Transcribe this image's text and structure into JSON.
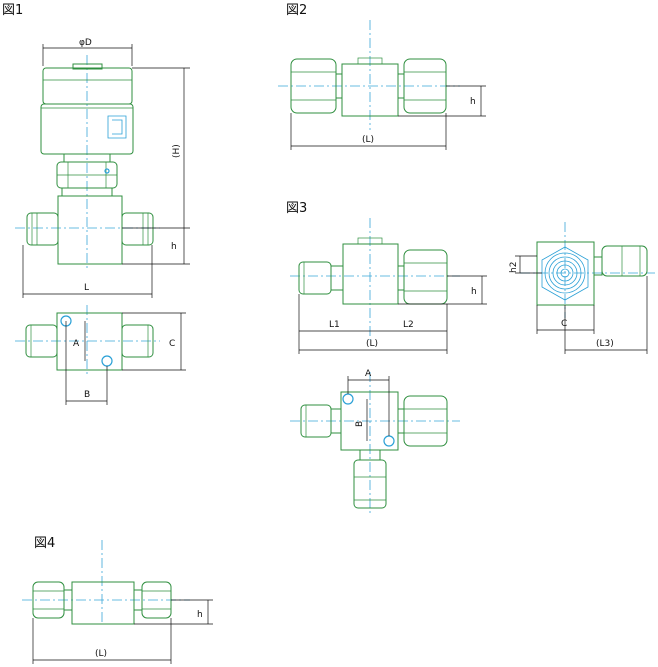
{
  "figures": {
    "fig1": {
      "title": "図1",
      "labels": {
        "diameter": "φD",
        "height_total": "(H)",
        "height": "h",
        "length": "L",
        "A": "A",
        "B": "B",
        "C": "C"
      }
    },
    "fig2": {
      "title": "図2",
      "labels": {
        "height": "h",
        "length": "(L)"
      }
    },
    "fig3": {
      "title": "図3",
      "labels": {
        "height": "h",
        "L1": "L1",
        "L2": "L2",
        "length": "(L)",
        "h2": "h2",
        "C": "C",
        "L3": "(L3)",
        "A": "A",
        "B": "B"
      }
    },
    "fig4": {
      "title": "図4",
      "labels": {
        "height": "h",
        "length": "(L)"
      }
    }
  },
  "colors": {
    "outline": "#2f8f3f",
    "centerline": "#3aa6d8",
    "dimension": "#111111",
    "hole": "#2aa0d6"
  }
}
